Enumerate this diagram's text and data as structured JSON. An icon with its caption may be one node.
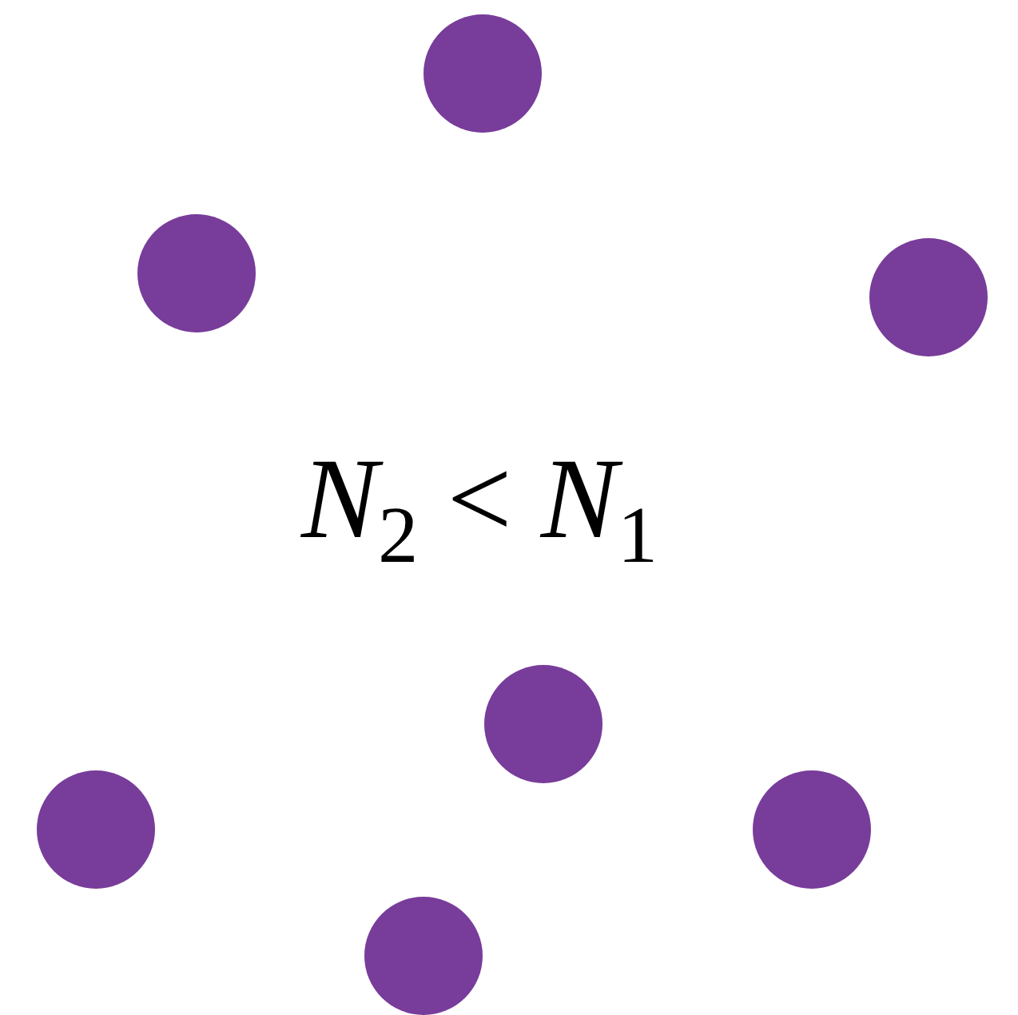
{
  "diagram": {
    "nodes": [
      {
        "text": [],
        "shape": "circle"
      },
      {
        "text": [],
        "shape": "circle"
      },
      {
        "text": [],
        "shape": "circle"
      },
      {
        "text": [],
        "shape": "circle"
      },
      {
        "text": [],
        "shape": "circle"
      },
      {
        "text": [],
        "shape": "circle"
      },
      {
        "text": [],
        "shape": "circle"
      }
    ],
    "labels": [
      "*N*$_{2}$ < *N*$_{1}$"
    ]
  }
}
